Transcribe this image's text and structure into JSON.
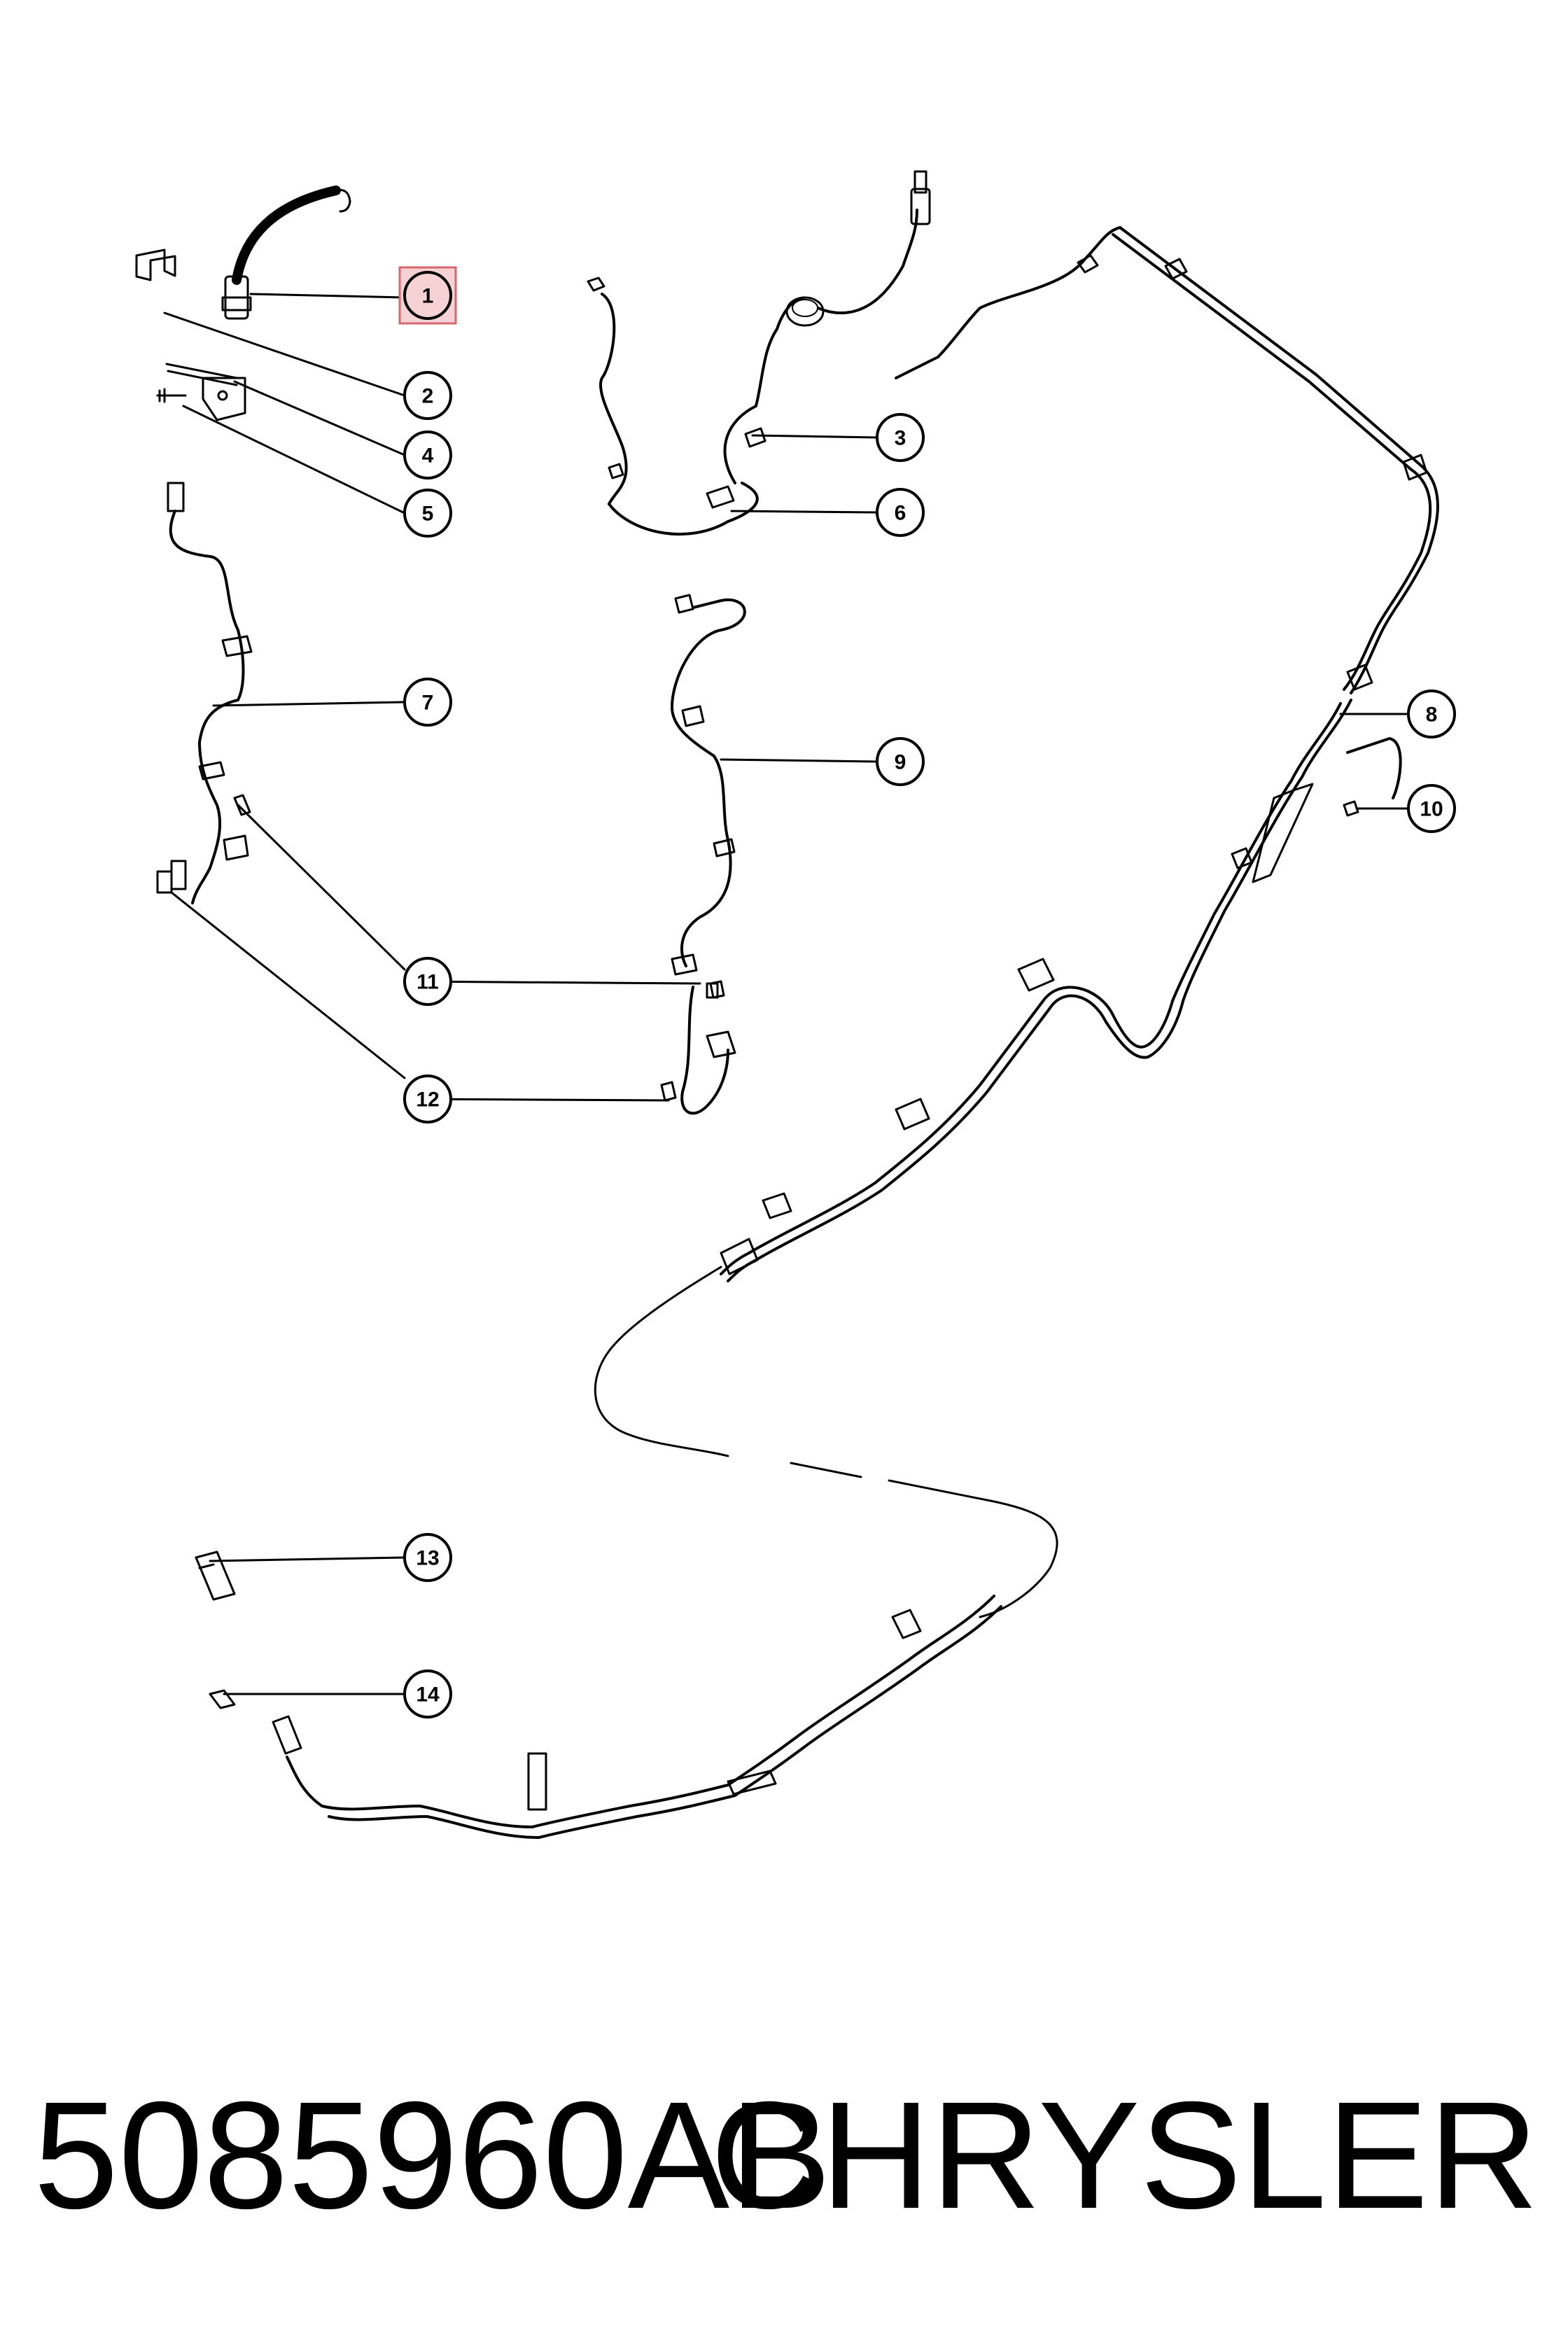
{
  "highlight": {
    "color": "#d9666e",
    "fill": "#f6d2d5"
  },
  "callouts": [
    {
      "label": "1"
    },
    {
      "label": "2"
    },
    {
      "label": "4"
    },
    {
      "label": "5"
    },
    {
      "label": "3"
    },
    {
      "label": "6"
    },
    {
      "label": "7"
    },
    {
      "label": "9"
    },
    {
      "label": "8"
    },
    {
      "label": "10"
    },
    {
      "label": "11"
    },
    {
      "label": "12"
    },
    {
      "label": "13"
    },
    {
      "label": "14"
    }
  ],
  "footer": {
    "part_number": "5085960AB",
    "brand": "CHRYSLER"
  }
}
